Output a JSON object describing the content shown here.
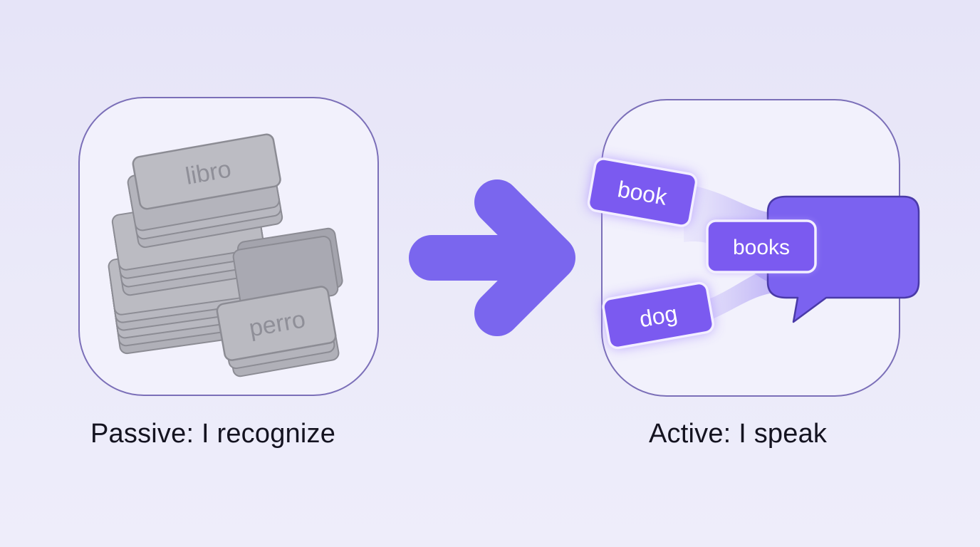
{
  "passive": {
    "caption": "Passive: I recognize",
    "cards": [
      {
        "word": "libro"
      },
      {
        "word": "perro"
      }
    ]
  },
  "active": {
    "caption": "Active: I speak",
    "chips": [
      {
        "word": "book"
      },
      {
        "word": "books"
      },
      {
        "word": "dog"
      }
    ]
  },
  "colors": {
    "accent": "#7a66ee",
    "chip": "#7b5af0",
    "bubble": "#7b62f0",
    "card": "#b4b4bb",
    "card_edge": "#8c8c94"
  },
  "icons": {
    "arrow": "arrow-right-icon",
    "bubble": "speech-bubble-icon"
  }
}
